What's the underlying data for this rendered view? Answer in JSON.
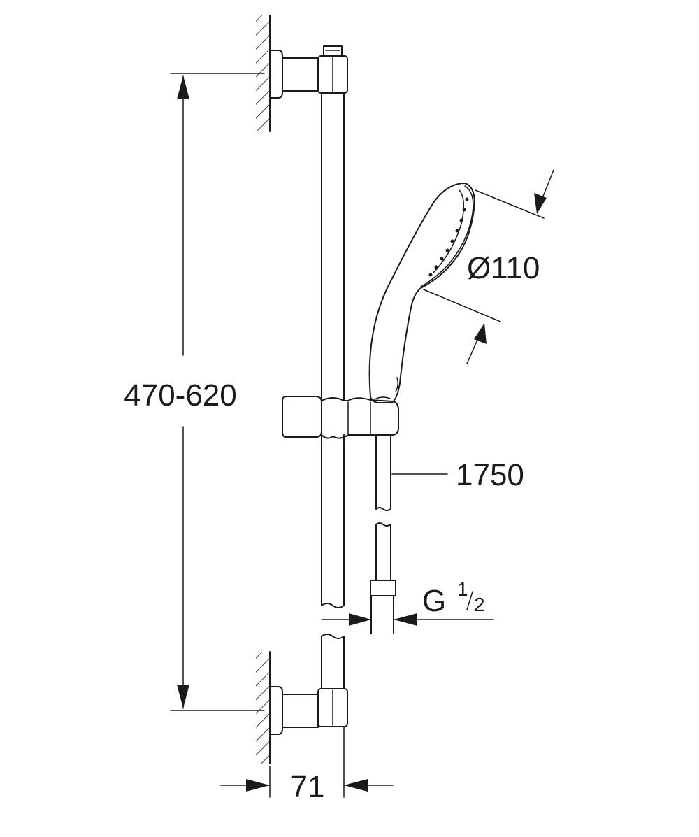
{
  "dimensions": {
    "rail_height": "470-620",
    "hand_shower_diameter": "Ø110",
    "hose_length": "1750",
    "thread_prefix": "G",
    "thread_numerator": "1",
    "thread_denominator": "2",
    "wall_offset": "71"
  }
}
